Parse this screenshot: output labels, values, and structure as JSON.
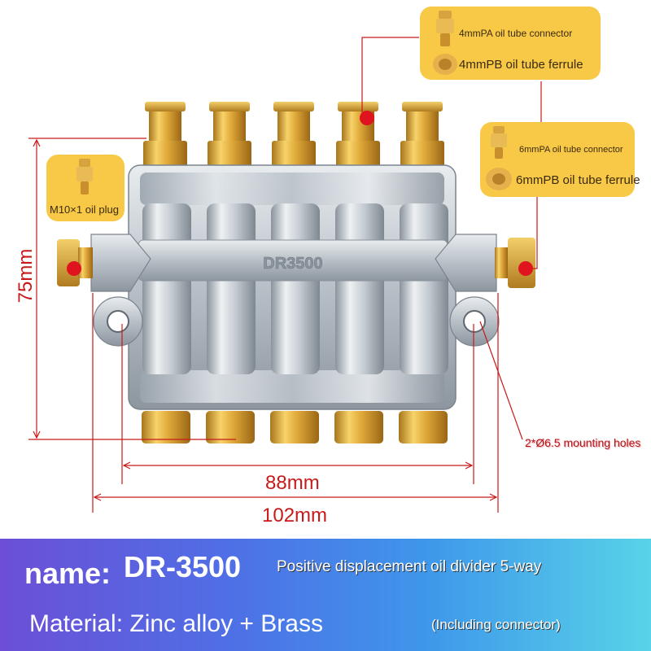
{
  "callouts": {
    "top_right": {
      "line1": "4mmPA oil tube connector",
      "line2": "4mmPB oil tube ferrule"
    },
    "mid_right": {
      "line1": "6mmPA oil tube connector",
      "line2": "6mmPB oil tube ferrule"
    },
    "left": {
      "label": "M10×1 oil plug"
    }
  },
  "product": {
    "body_marking": "DR3500"
  },
  "dimensions": {
    "height": "75mm",
    "hole_spacing": "88mm",
    "width": "102mm",
    "holes_note": "2*Ø6.5 mounting holes"
  },
  "banner": {
    "name_label": "name:",
    "model": "DR-3500",
    "description": "Positive displacement oil divider 5-way",
    "material": "Material: Zinc alloy + Brass",
    "note": "(Including connector)"
  },
  "colors": {
    "callout_bg": "#f8c946",
    "dimension_line": "#c81a1a",
    "marker_dot": "#e0141e",
    "banner_gradient_start": "#6c4fd6",
    "banner_gradient_end": "#58d3e8"
  }
}
